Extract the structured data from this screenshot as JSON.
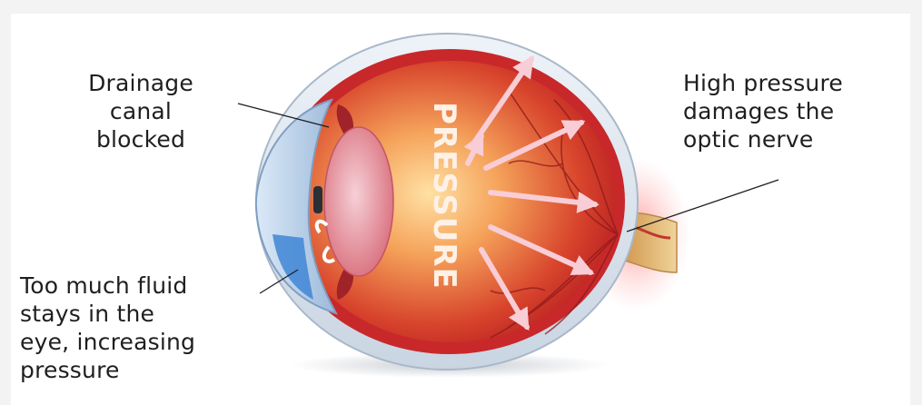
{
  "labels": {
    "drainage": "Drainage\ncanal\nblocked",
    "high_pressure": "High pressure\ndamages the\noptic nerve",
    "fluid": "Too much fluid\nstays in the\neye, increasing\npressure",
    "pressure_word": "PRESSURE"
  },
  "colors": {
    "sclera": "#dfe7f0",
    "retina": "#c8282a",
    "vitreous_center": "#ffd18a",
    "lens": "#e9a0a8",
    "cornea": "#a9c6e6",
    "fluid": "#3f86d6",
    "arrow": "#f6c7cf",
    "optic_nerve": "#d9a25a",
    "glow": "#ff9a9a"
  },
  "icons": [
    "pressure-arrows",
    "leader-lines"
  ]
}
